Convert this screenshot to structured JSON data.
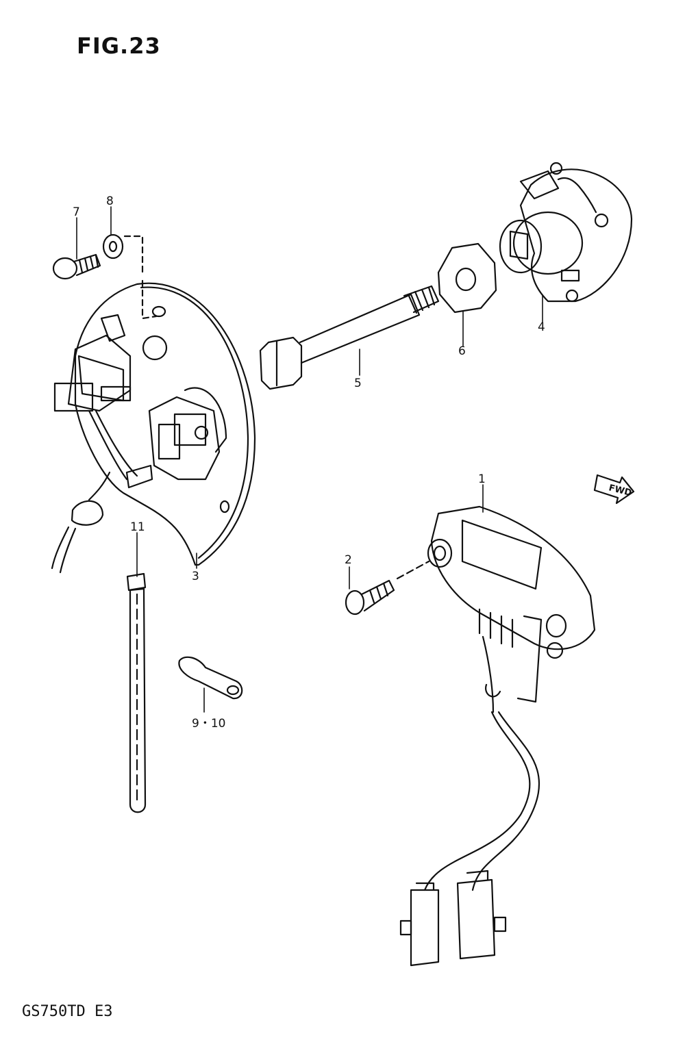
{
  "figure": {
    "title": "FIG.23",
    "model_code": "GS750TD  E3",
    "fwd_label": "FWD"
  },
  "callouts": [
    {
      "id": "1",
      "label": "1"
    },
    {
      "id": "2",
      "label": "2"
    },
    {
      "id": "3",
      "label": "3"
    },
    {
      "id": "4",
      "label": "4"
    },
    {
      "id": "5",
      "label": "5"
    },
    {
      "id": "6",
      "label": "6"
    },
    {
      "id": "7",
      "label": "7"
    },
    {
      "id": "8",
      "label": "8"
    },
    {
      "id": "9-10",
      "label": "9・10"
    },
    {
      "id": "11",
      "label": "11"
    }
  ]
}
